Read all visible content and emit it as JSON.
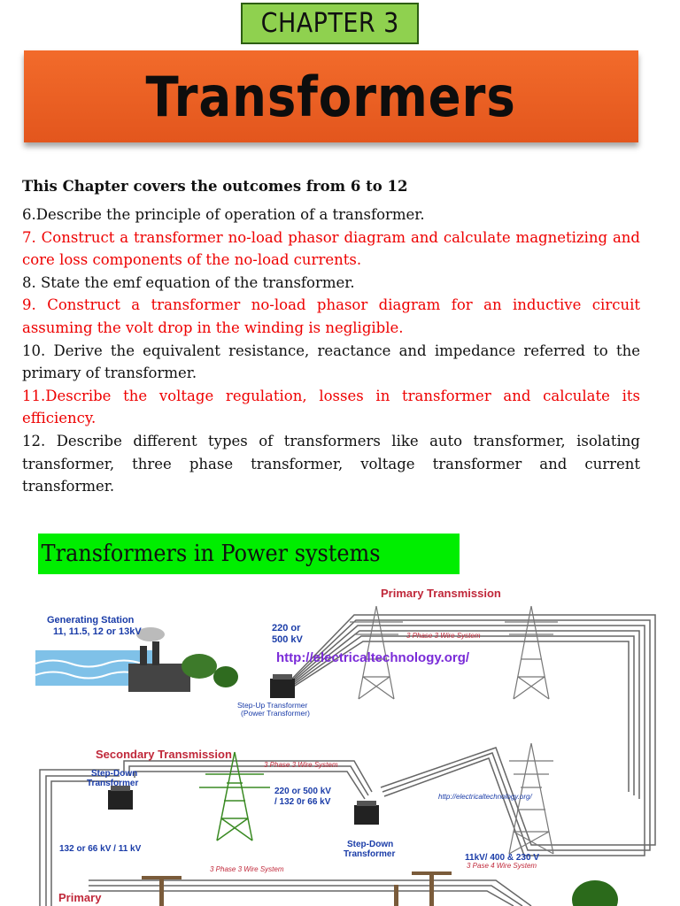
{
  "chapter_label": "CHAPTER 3",
  "title": "Transformers",
  "outcomes": {
    "heading": "This Chapter covers the outcomes from 6 to 12",
    "items": [
      {
        "text": "6.Describe the principle of operation of a transformer.",
        "color": "#111111"
      },
      {
        "text": "7. Construct a transformer no-load phasor diagram and calculate magnetizing and core loss components of the no-load currents.",
        "color": "#ee0000"
      },
      {
        "text": "8. State the emf equation of the transformer.",
        "color": "#111111"
      },
      {
        "text": "9. Construct a transformer no-load phasor diagram for an inductive circuit assuming the volt drop in the winding is negligible.",
        "color": "#ee0000"
      },
      {
        "text": "10. Derive the equivalent resistance, reactance and impedance referred to the primary of transformer.",
        "color": "#111111"
      },
      {
        "text": "11.Describe the voltage regulation, losses in transformer and calculate its efficiency.",
        "color": "#ee0000"
      },
      {
        "text": "12. Describe different types of transformers like auto transformer, isolating transformer, three phase transformer, voltage transformer and current transformer.",
        "color": "#111111"
      }
    ]
  },
  "power_systems_label": "Transformers in Power systems",
  "diagram": {
    "primary_transmission": "Primary Transmission",
    "generating_station_line1": "Generating Station",
    "generating_station_line2": "11, 11.5, 12 or 13kV",
    "kv_220_500_line1": "220 or",
    "kv_220_500_line2": "500 kV",
    "url_large": "http://electricaltechnology.org/",
    "phase3_wire_top": "3 Phase 3 Wire System",
    "step_up_line1": "Step-Up Transformer",
    "step_up_line2": "(Power Transformer)",
    "secondary_transmission": "Secondary Transmission",
    "phase3_wire_mid": "3 Phase 3 Wire System",
    "step_down_left_line1": "Step-Down",
    "step_down_left_line2": "Transformer",
    "kv_220_132_line1": "220 or 500 kV",
    "kv_220_132_line2": "/ 132 0r 66 kV",
    "url_small": "http://electricaltechnology.org/",
    "kv_132_11": "132 or 66 kV / 11 kV",
    "step_down_mid_line1": "Step-Down",
    "step_down_mid_line2": "Transformer",
    "kv_11_400": "11kV/ 400 & 230 V",
    "phase3_pase4": "3 Pase 4 Wire System",
    "phase3_wire_bottom": "3 Phase 3 Wire System",
    "primary_distribution": "Primary"
  }
}
